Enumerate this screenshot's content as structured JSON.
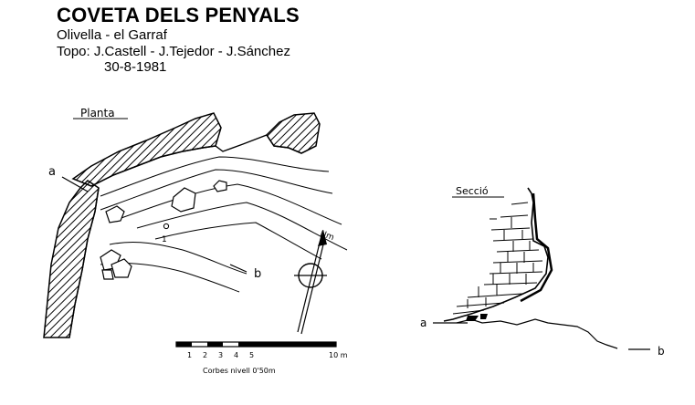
{
  "header": {
    "title": "COVETA DELS PENYALS",
    "location": "Olivella - el Garraf",
    "topo": "Topo: J.Castell - J.Tejedor - J.Sánchez",
    "date": "30-8-1981"
  },
  "plan": {
    "label": "Planta",
    "point_a": "a",
    "point_b": "b",
    "station": "1",
    "north": "Nm"
  },
  "scale": {
    "ticks": [
      "1",
      "2",
      "3",
      "4",
      "5",
      "10 m"
    ],
    "note": "Corbes nivell 0'50m"
  },
  "section": {
    "label": "Secció",
    "point_a": "a",
    "point_b": "b"
  }
}
